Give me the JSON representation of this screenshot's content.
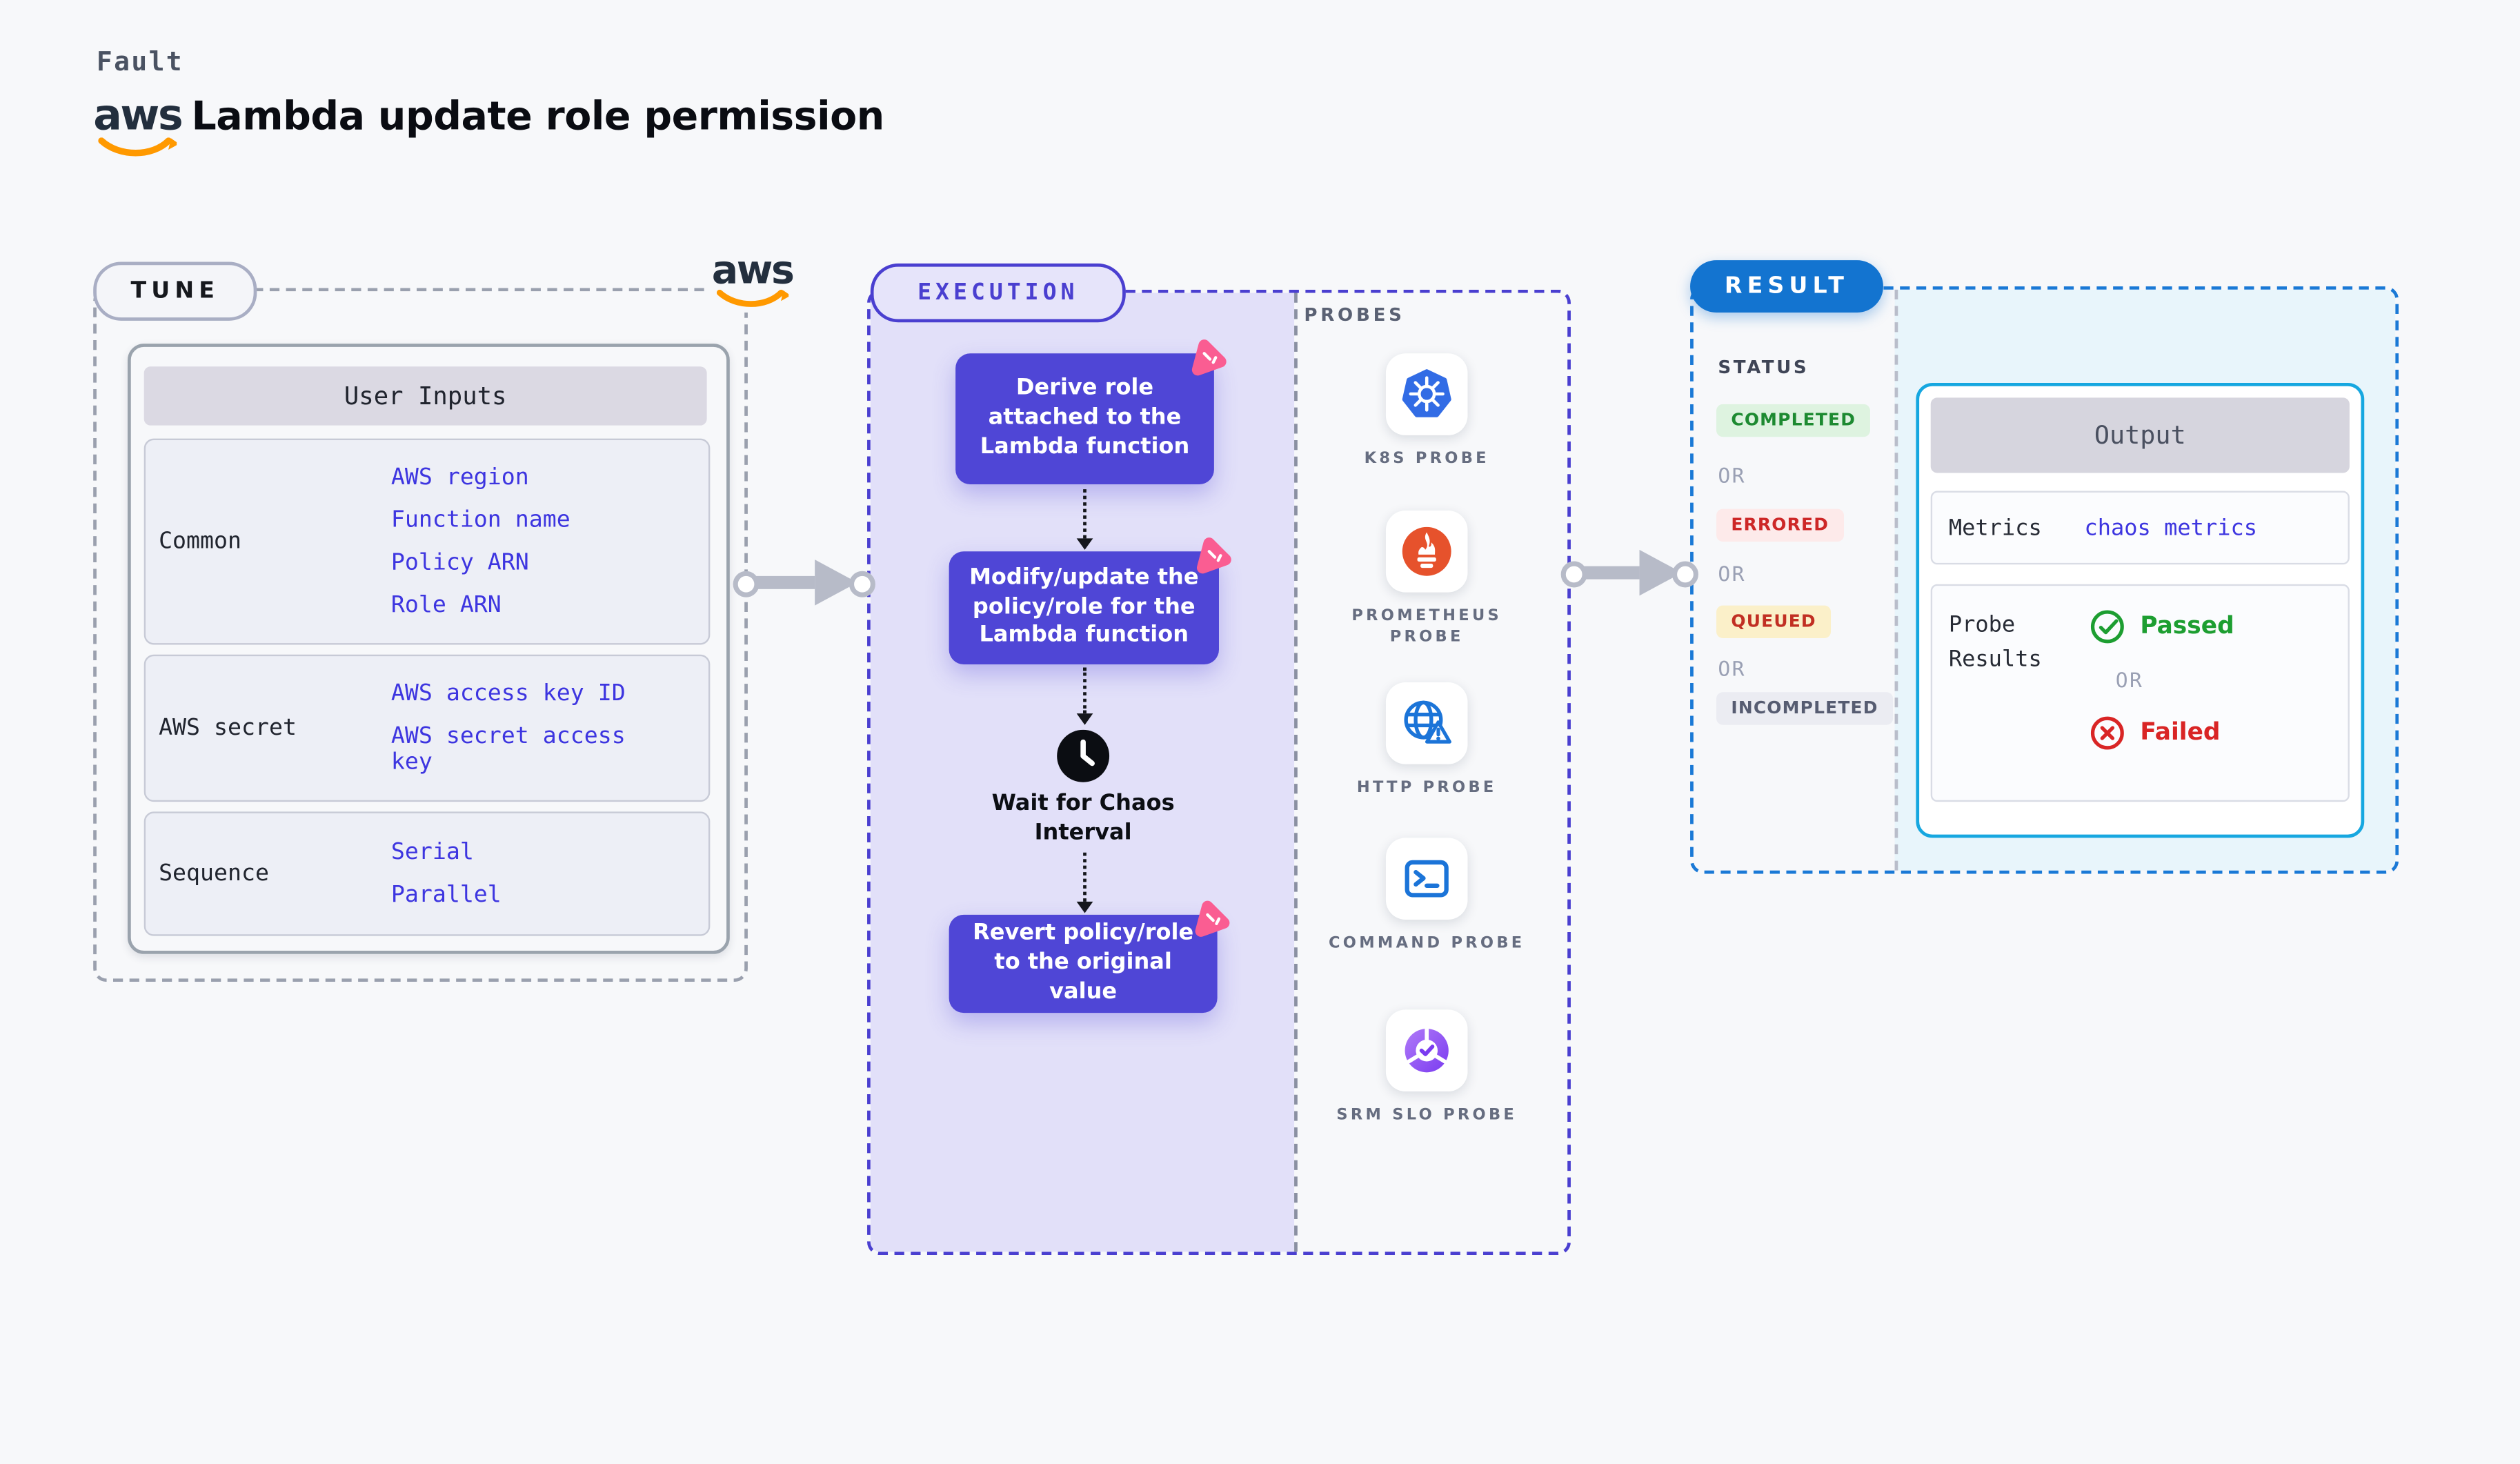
{
  "header": {
    "fault_label": "Fault",
    "title": "Lambda update role permission",
    "aws_logo_text": "aws"
  },
  "tune": {
    "badge": "TUNE",
    "aws_logo_text": "aws",
    "table": {
      "header": "User Inputs",
      "rows": [
        {
          "label": "Common",
          "values": [
            "AWS region",
            "Function name",
            "Policy ARN",
            "Role ARN"
          ]
        },
        {
          "label": "AWS secret",
          "values": [
            "AWS access key ID",
            "AWS secret access key"
          ]
        },
        {
          "label": "Sequence",
          "values": [
            "Serial",
            "Parallel"
          ]
        }
      ]
    }
  },
  "execution": {
    "badge": "EXECUTION",
    "steps": {
      "derive": "Derive role attached to the Lambda function",
      "modify": "Modify/update the policy/role for the Lambda function",
      "wait": "Wait for Chaos Interval",
      "revert": "Revert policy/role to the original value"
    }
  },
  "probes": {
    "label": "PROBES",
    "items": [
      {
        "name": "K8S PROBE",
        "icon": "kubernetes-icon"
      },
      {
        "name": "PROMETHEUS PROBE",
        "icon": "prometheus-icon"
      },
      {
        "name": "HTTP PROBE",
        "icon": "http-globe-warning-icon"
      },
      {
        "name": "COMMAND PROBE",
        "icon": "terminal-icon"
      },
      {
        "name": "SRM SLO PROBE",
        "icon": "srm-slo-gauge-icon"
      }
    ]
  },
  "result": {
    "badge": "RESULT",
    "status_label": "STATUS",
    "or_label": "OR",
    "statuses": [
      {
        "label": "COMPLETED",
        "fg": "#1d8a31",
        "bg": "#def3e0"
      },
      {
        "label": "ERRORED",
        "fg": "#cd2727",
        "bg": "#fdeaea"
      },
      {
        "label": "QUEUED",
        "fg": "#c12f23",
        "bg": "#fbf0c9"
      },
      {
        "label": "INCOMPLETED",
        "fg": "#565c71",
        "bg": "#ebecf2"
      }
    ],
    "output": {
      "header": "Output",
      "metrics_label": "Metrics",
      "metrics_value": "chaos metrics",
      "probe_results_label": "Probe Results",
      "passed_label": "Passed",
      "or_label": "OR",
      "failed_label": "Failed"
    }
  },
  "colors": {
    "page_bg": "#f7f8fa",
    "purple_step": "#4f46d6",
    "lavender_panel": "#e2e0f9",
    "execution_border": "#4a3fd0",
    "tune_border": "#9aa0ae",
    "result_border": "#1a79d6",
    "result_panel_bg": "#e8f5fb",
    "output_border": "#16a7e0",
    "link_blue": "#3d35e0",
    "passed_green": "#1d9e31",
    "failed_red": "#d92525",
    "aws_orange": "#f90",
    "chaos_pink": "#fa5d92",
    "arrow_gray": "#b7bbc8"
  }
}
